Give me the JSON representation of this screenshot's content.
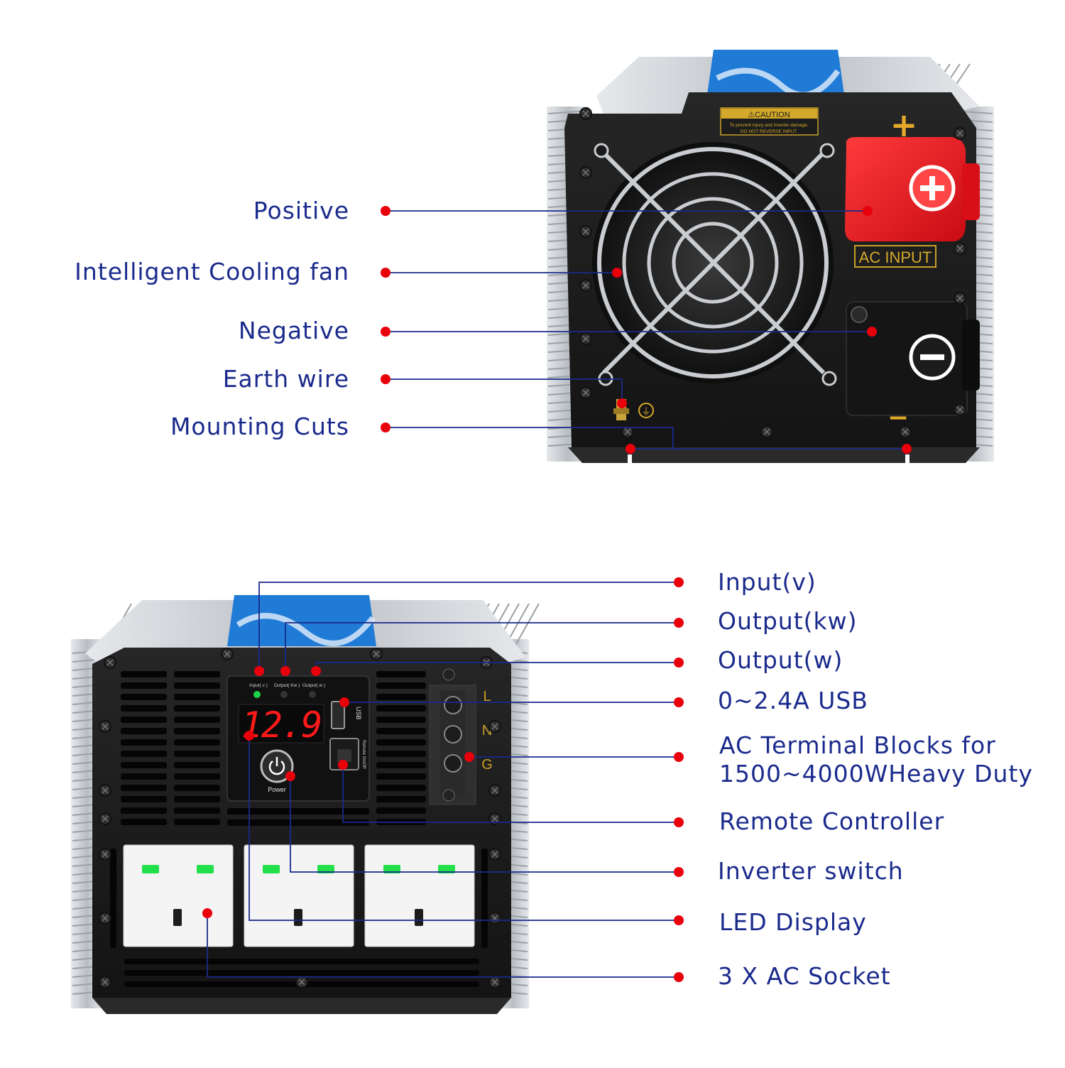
{
  "colors": {
    "label_text": "#1a2a8c",
    "leader_line": "#1a2a8c",
    "marker_dot": "#e8000b",
    "panel": "#1c1c1c",
    "heatsink": "#c7cbd0",
    "positive_terminal": "#e8121d",
    "led_digits": "#ff1a1a",
    "socket_led": "#22e04a",
    "top_strip": "#1f7bd6"
  },
  "top_view": {
    "callouts": [
      {
        "label": "Positive"
      },
      {
        "label": "Intelligent Cooling fan"
      },
      {
        "label": "Negative"
      },
      {
        "label": "Earth wire"
      },
      {
        "label": "Mounting Cuts"
      }
    ],
    "caution_title": "⚠CAUTION",
    "caution_text_1": "To prevent injury and inverter damage,",
    "caution_text_2": "DO NOT REVERSE INPUT.",
    "ac_input_label": "AC INPUT",
    "plus_mark": "+",
    "minus_mark": "−",
    "earth_symbol": "⏚"
  },
  "bottom_view": {
    "callouts": [
      {
        "label": "Input(v)"
      },
      {
        "label": "Output(kw)"
      },
      {
        "label": "Output(w)"
      },
      {
        "label": "0~2.4A USB"
      },
      {
        "label": "AC Terminal Blocks for",
        "label2": "1500~4000WHeavy Duty"
      },
      {
        "label": "Remote Controller"
      },
      {
        "label": "Inverter switch"
      },
      {
        "label": "LED Display"
      },
      {
        "label": "3 X AC Socket"
      }
    ],
    "indicator_labels": [
      "Input( v )",
      "Output( Kw )",
      "Output( w )"
    ],
    "led_value": "12.9",
    "usb_label": "USB",
    "remote_label": "Remote On/Off",
    "power_label": "Power",
    "terminal_letters": [
      "L",
      "N",
      "G"
    ],
    "socket_count": 3
  }
}
